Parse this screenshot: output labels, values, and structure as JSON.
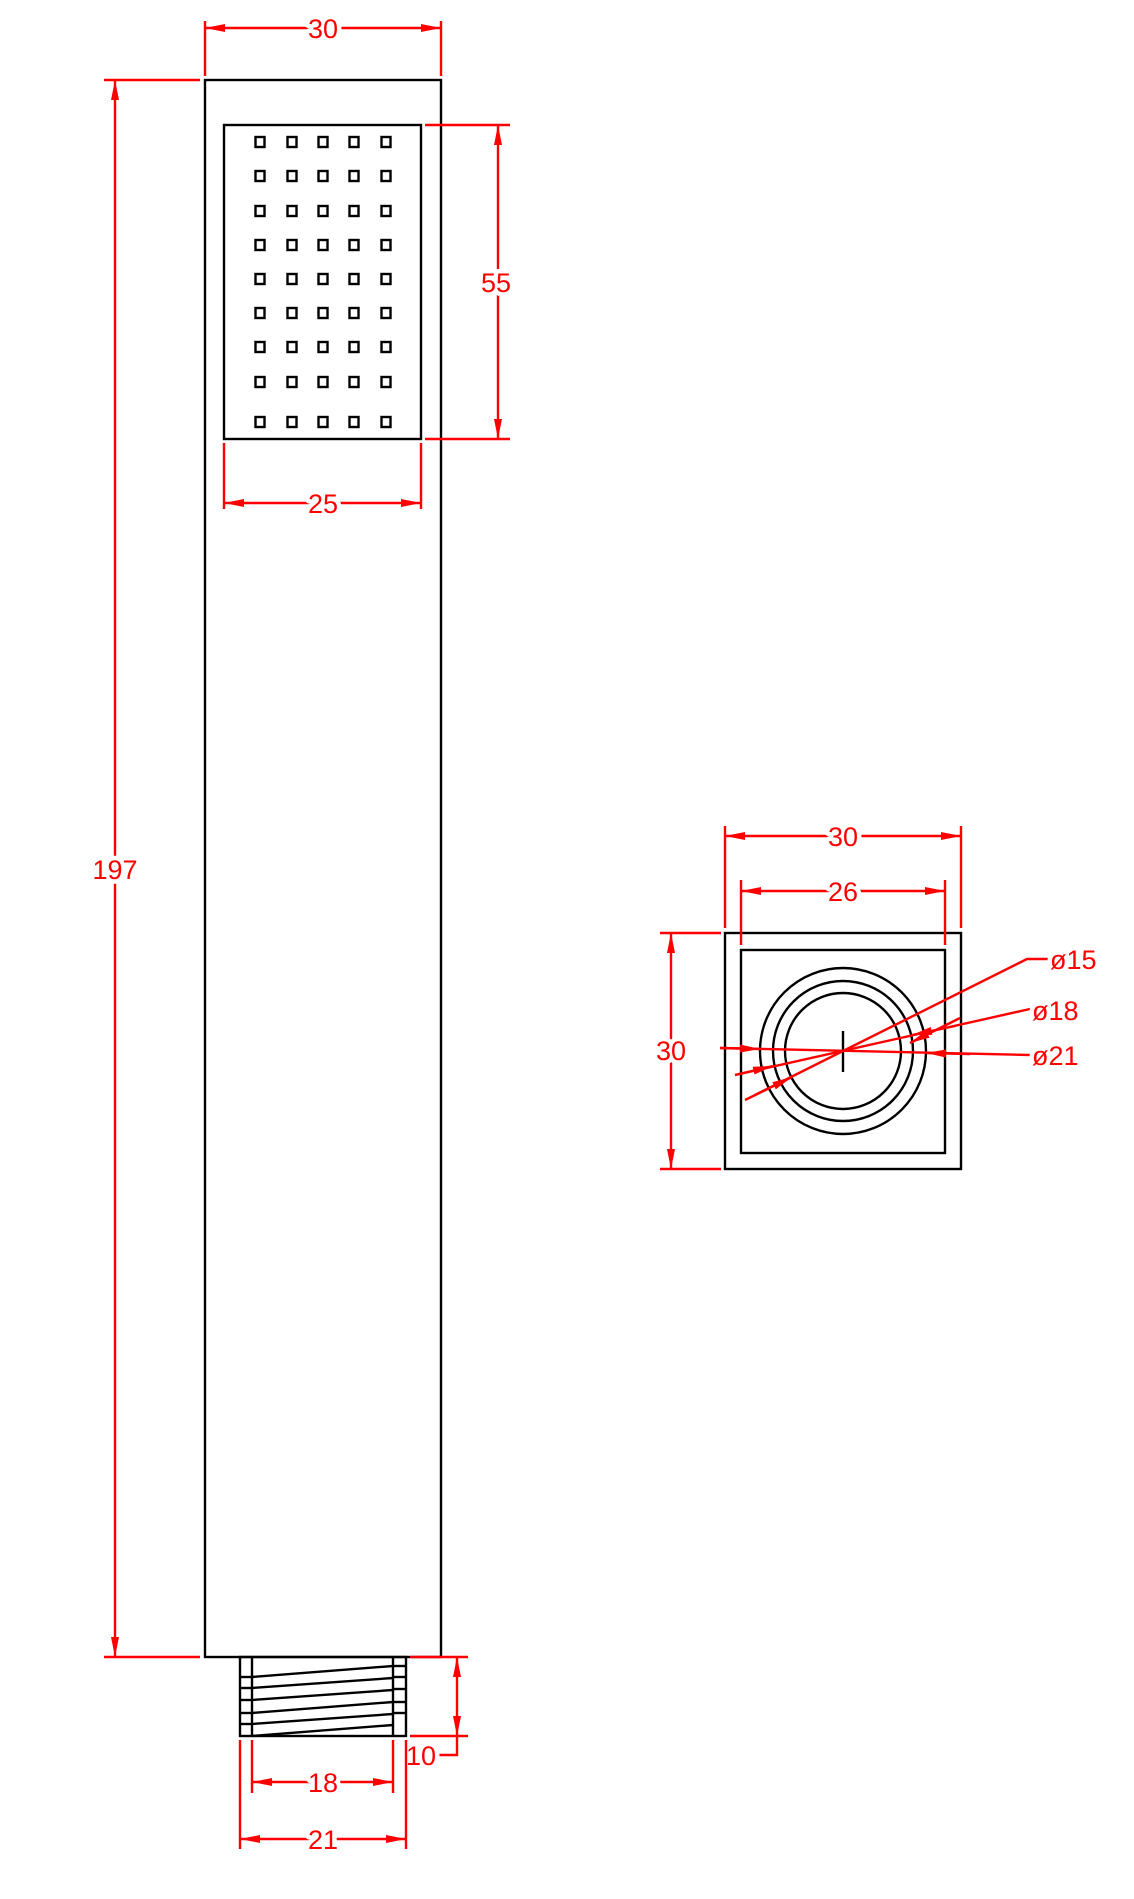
{
  "drawing": {
    "front_view": {
      "body_width": "30",
      "body_length": "197",
      "spray_face_height": "55",
      "spray_face_width": "25",
      "nozzle_grid": {
        "rows": 9,
        "columns": 5
      },
      "thread_length": "10",
      "thread_inner_diameter": "18",
      "thread_outer_diameter": "21"
    },
    "end_view": {
      "outer_width": "30",
      "inner_width": "26",
      "outer_height": "30",
      "diameter_15": "ø15",
      "diameter_18": "ø18",
      "diameter_21": "ø21"
    },
    "colors": {
      "object": "#000000",
      "dimension": "#ff0000"
    }
  }
}
